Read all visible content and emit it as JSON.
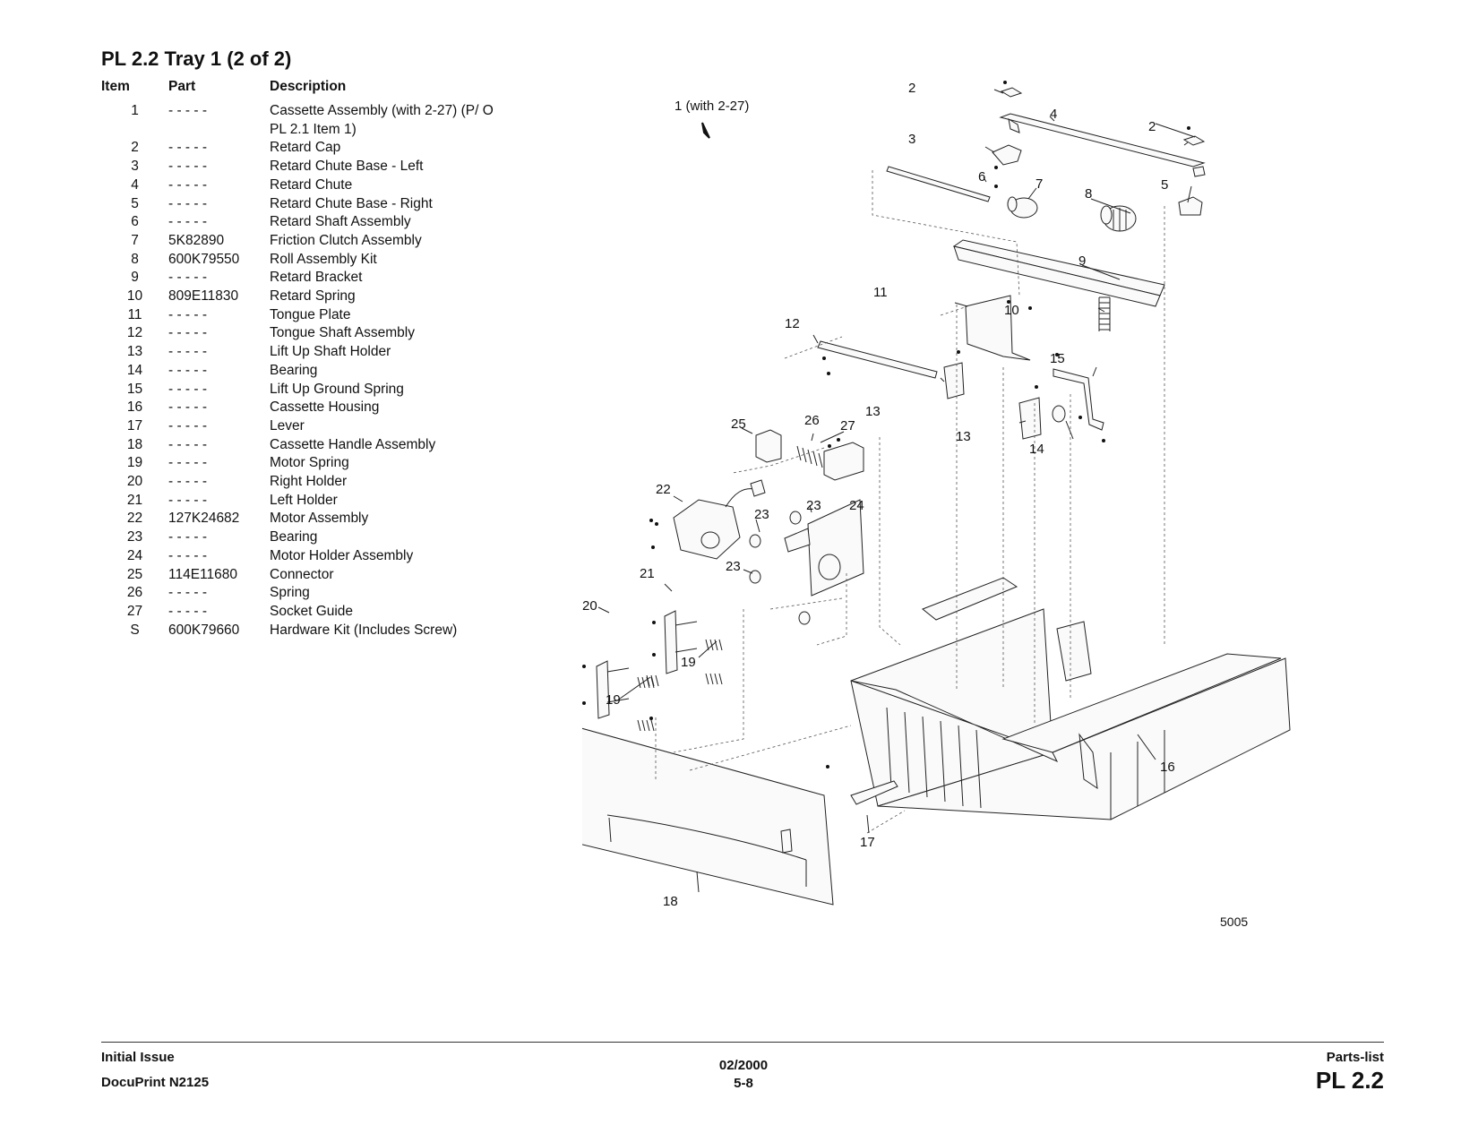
{
  "page": {
    "title": "PL 2.2 Tray 1 (2 of 2)"
  },
  "table": {
    "headers": {
      "item": "Item",
      "part": "Part",
      "description": "Description"
    },
    "rows": [
      {
        "item": "1",
        "part": "- - - - -",
        "description": "Cassette Assembly (with 2-27) (P/ O PL 2.1 Item 1)"
      },
      {
        "item": "2",
        "part": "- - - - -",
        "description": "Retard Cap"
      },
      {
        "item": "3",
        "part": "- - - - -",
        "description": "Retard Chute Base - Left"
      },
      {
        "item": "4",
        "part": "- - - - -",
        "description": "Retard Chute"
      },
      {
        "item": "5",
        "part": "- - - - -",
        "description": "Retard Chute Base - Right"
      },
      {
        "item": "6",
        "part": "- - - - -",
        "description": "Retard Shaft Assembly"
      },
      {
        "item": "7",
        "part": "5K82890",
        "description": "Friction Clutch Assembly"
      },
      {
        "item": "8",
        "part": "600K79550",
        "description": "Roll Assembly Kit"
      },
      {
        "item": "9",
        "part": "- - - - -",
        "description": "Retard Bracket"
      },
      {
        "item": "10",
        "part": "809E11830",
        "description": "Retard Spring"
      },
      {
        "item": "11",
        "part": "- - - - -",
        "description": "Tongue Plate"
      },
      {
        "item": "12",
        "part": "- - - - -",
        "description": "Tongue Shaft Assembly"
      },
      {
        "item": "13",
        "part": "- - - - -",
        "description": "Lift Up Shaft Holder"
      },
      {
        "item": "14",
        "part": "- - - - -",
        "description": "Bearing"
      },
      {
        "item": "15",
        "part": "- - - - -",
        "description": "Lift Up Ground Spring"
      },
      {
        "item": "16",
        "part": "- - - - -",
        "description": "Cassette Housing"
      },
      {
        "item": "17",
        "part": "- - - - -",
        "description": "Lever"
      },
      {
        "item": "18",
        "part": "- - - - -",
        "description": "Cassette Handle Assembly"
      },
      {
        "item": "19",
        "part": "- - - - -",
        "description": "Motor Spring"
      },
      {
        "item": "20",
        "part": "- - - - -",
        "description": "Right Holder"
      },
      {
        "item": "21",
        "part": "- - - - -",
        "description": "Left Holder"
      },
      {
        "item": "22",
        "part": "127K24682",
        "description": "Motor Assembly"
      },
      {
        "item": "23",
        "part": "- - - - -",
        "description": "Bearing"
      },
      {
        "item": "24",
        "part": "- - - - -",
        "description": "Motor Holder Assembly"
      },
      {
        "item": "25",
        "part": "114E11680",
        "description": "Connector"
      },
      {
        "item": "26",
        "part": "- - - - -",
        "description": "Spring"
      },
      {
        "item": "27",
        "part": "- - - - -",
        "description": "Socket Guide"
      },
      {
        "item": "S",
        "part": "600K79660",
        "description": "Hardware Kit (Includes Screw)"
      }
    ]
  },
  "diagram": {
    "assembly_label": "1 (with 2-27)",
    "callouts": {
      "c2a": "2",
      "c2b": "2",
      "c3": "3",
      "c4": "4",
      "c5": "5",
      "c6": "6",
      "c7": "7",
      "c8": "8",
      "c9": "9",
      "c10": "10",
      "c11": "11",
      "c12": "12",
      "c13a": "13",
      "c13b": "13",
      "c14": "14",
      "c15": "15",
      "c16": "16",
      "c17": "17",
      "c18": "18",
      "c19a": "19",
      "c19b": "19",
      "c20": "20",
      "c21": "21",
      "c22": "22",
      "c23a": "23",
      "c23b": "23",
      "c23c": "23",
      "c24": "24",
      "c25": "25",
      "c26": "26",
      "c27": "27"
    },
    "figure_number": "5005"
  },
  "footer": {
    "left_line1": "Initial Issue",
    "left_line2": "DocuPrint N2125",
    "center_line1": "02/2000",
    "center_line2": "5-8",
    "right_line1": "Parts-list",
    "right_line2": "PL 2.2"
  }
}
